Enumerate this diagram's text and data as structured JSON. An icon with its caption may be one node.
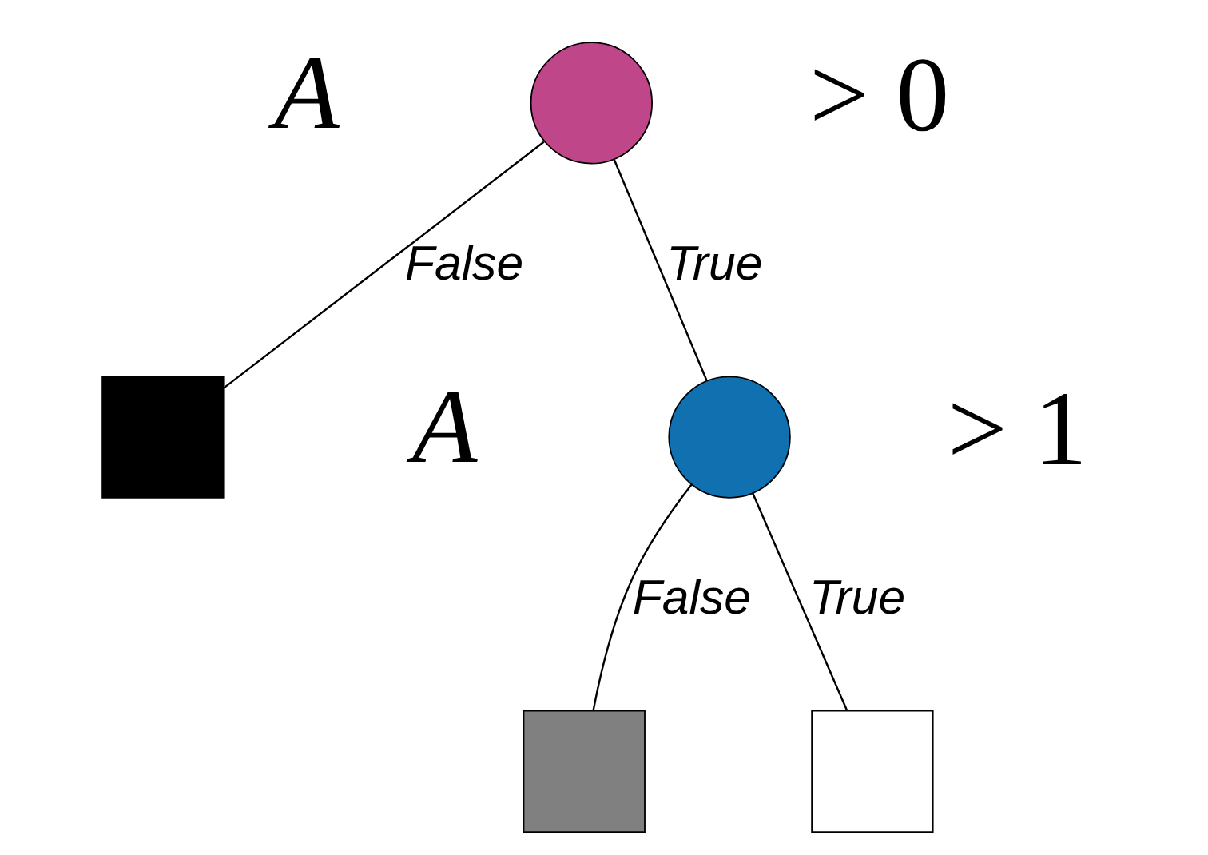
{
  "diagram": {
    "nodes": [
      {
        "text": [],
        "shape": "circle",
        "beside": [
          "A",
          "> 0"
        ]
      },
      {
        "text": [],
        "shape": "box"
      },
      {
        "text": [],
        "shape": "circle",
        "beside": [
          "A",
          "> 1"
        ]
      },
      {
        "text": [],
        "shape": "box"
      },
      {
        "text": [],
        "shape": "box"
      }
    ],
    "edges": [
      {
        "from": 0,
        "to": 1,
        "arrow": "none",
        "label": "False"
      },
      {
        "from": 0,
        "to": 2,
        "arrow": "none",
        "label": "True"
      },
      {
        "from": 2,
        "to": 3,
        "arrow": "none",
        "label": "False"
      },
      {
        "from": 2,
        "to": 4,
        "arrow": "none",
        "label": "True"
      }
    ]
  }
}
